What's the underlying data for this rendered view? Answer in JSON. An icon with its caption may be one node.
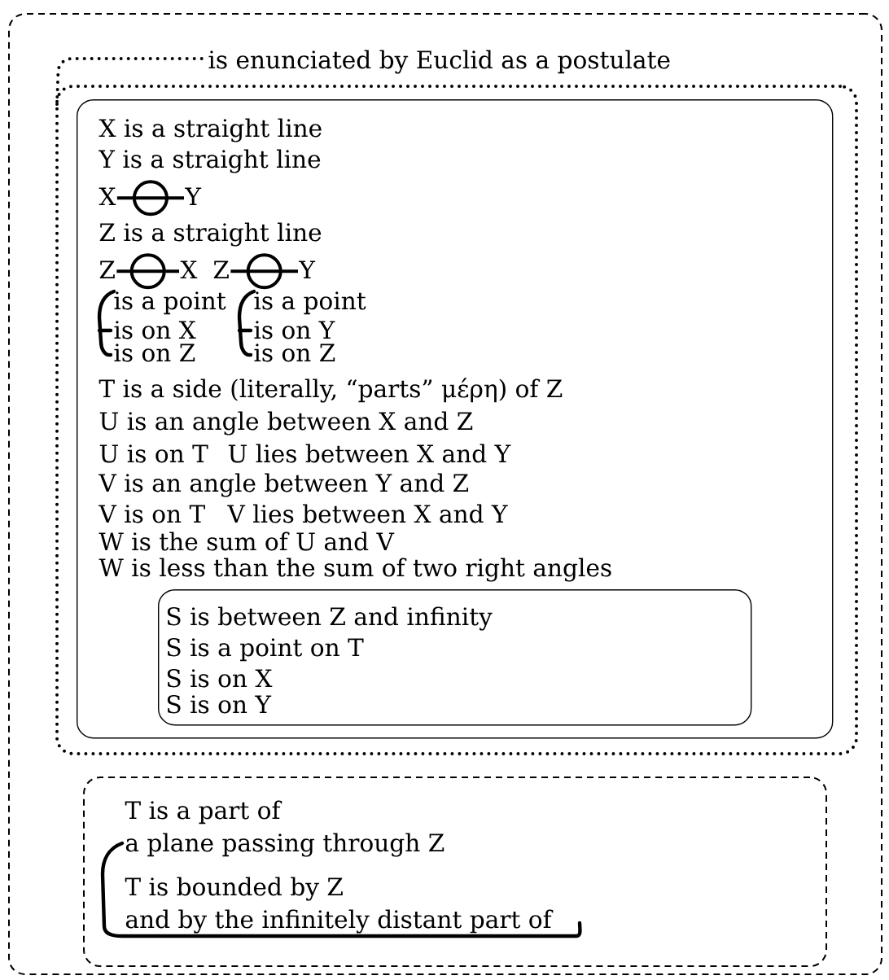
{
  "diagram": {
    "nodes": [
      {
        "text": [],
        "shape": "box"
      },
      {
        "text": [
          "is enunciated by Euclid as a postulate"
        ],
        "in": 0
      },
      {
        "text": [
          "X is a straight line",
          "Y is a straight line",
          "X",
          "Y",
          "Z is a straight line",
          "Z",
          "X",
          "Z",
          "Y",
          "is a point",
          "is a point",
          "is on X",
          "is on Y",
          "is on Z",
          "is on Z",
          "T is a side (literally, “parts” μέρη) of Z",
          "U is an angle between X and Z",
          "U is on T",
          "U lies between X and Y",
          "V is an angle between Y and Z",
          "V is on T",
          "V lies between X and Y",
          "W is the sum of U and V",
          "W is less than the sum of two right angles"
        ],
        "in": 1
      },
      {
        "text": [
          "S is between Z and infinity",
          "S is a point on T",
          "S is on X",
          "S is on Y"
        ],
        "in": 2
      },
      {
        "text": [
          "T is a part of",
          "a plane passing through Z",
          "T is bounded by Z",
          "and by the infinitely distant part of"
        ],
        "in": 0
      }
    ]
  }
}
